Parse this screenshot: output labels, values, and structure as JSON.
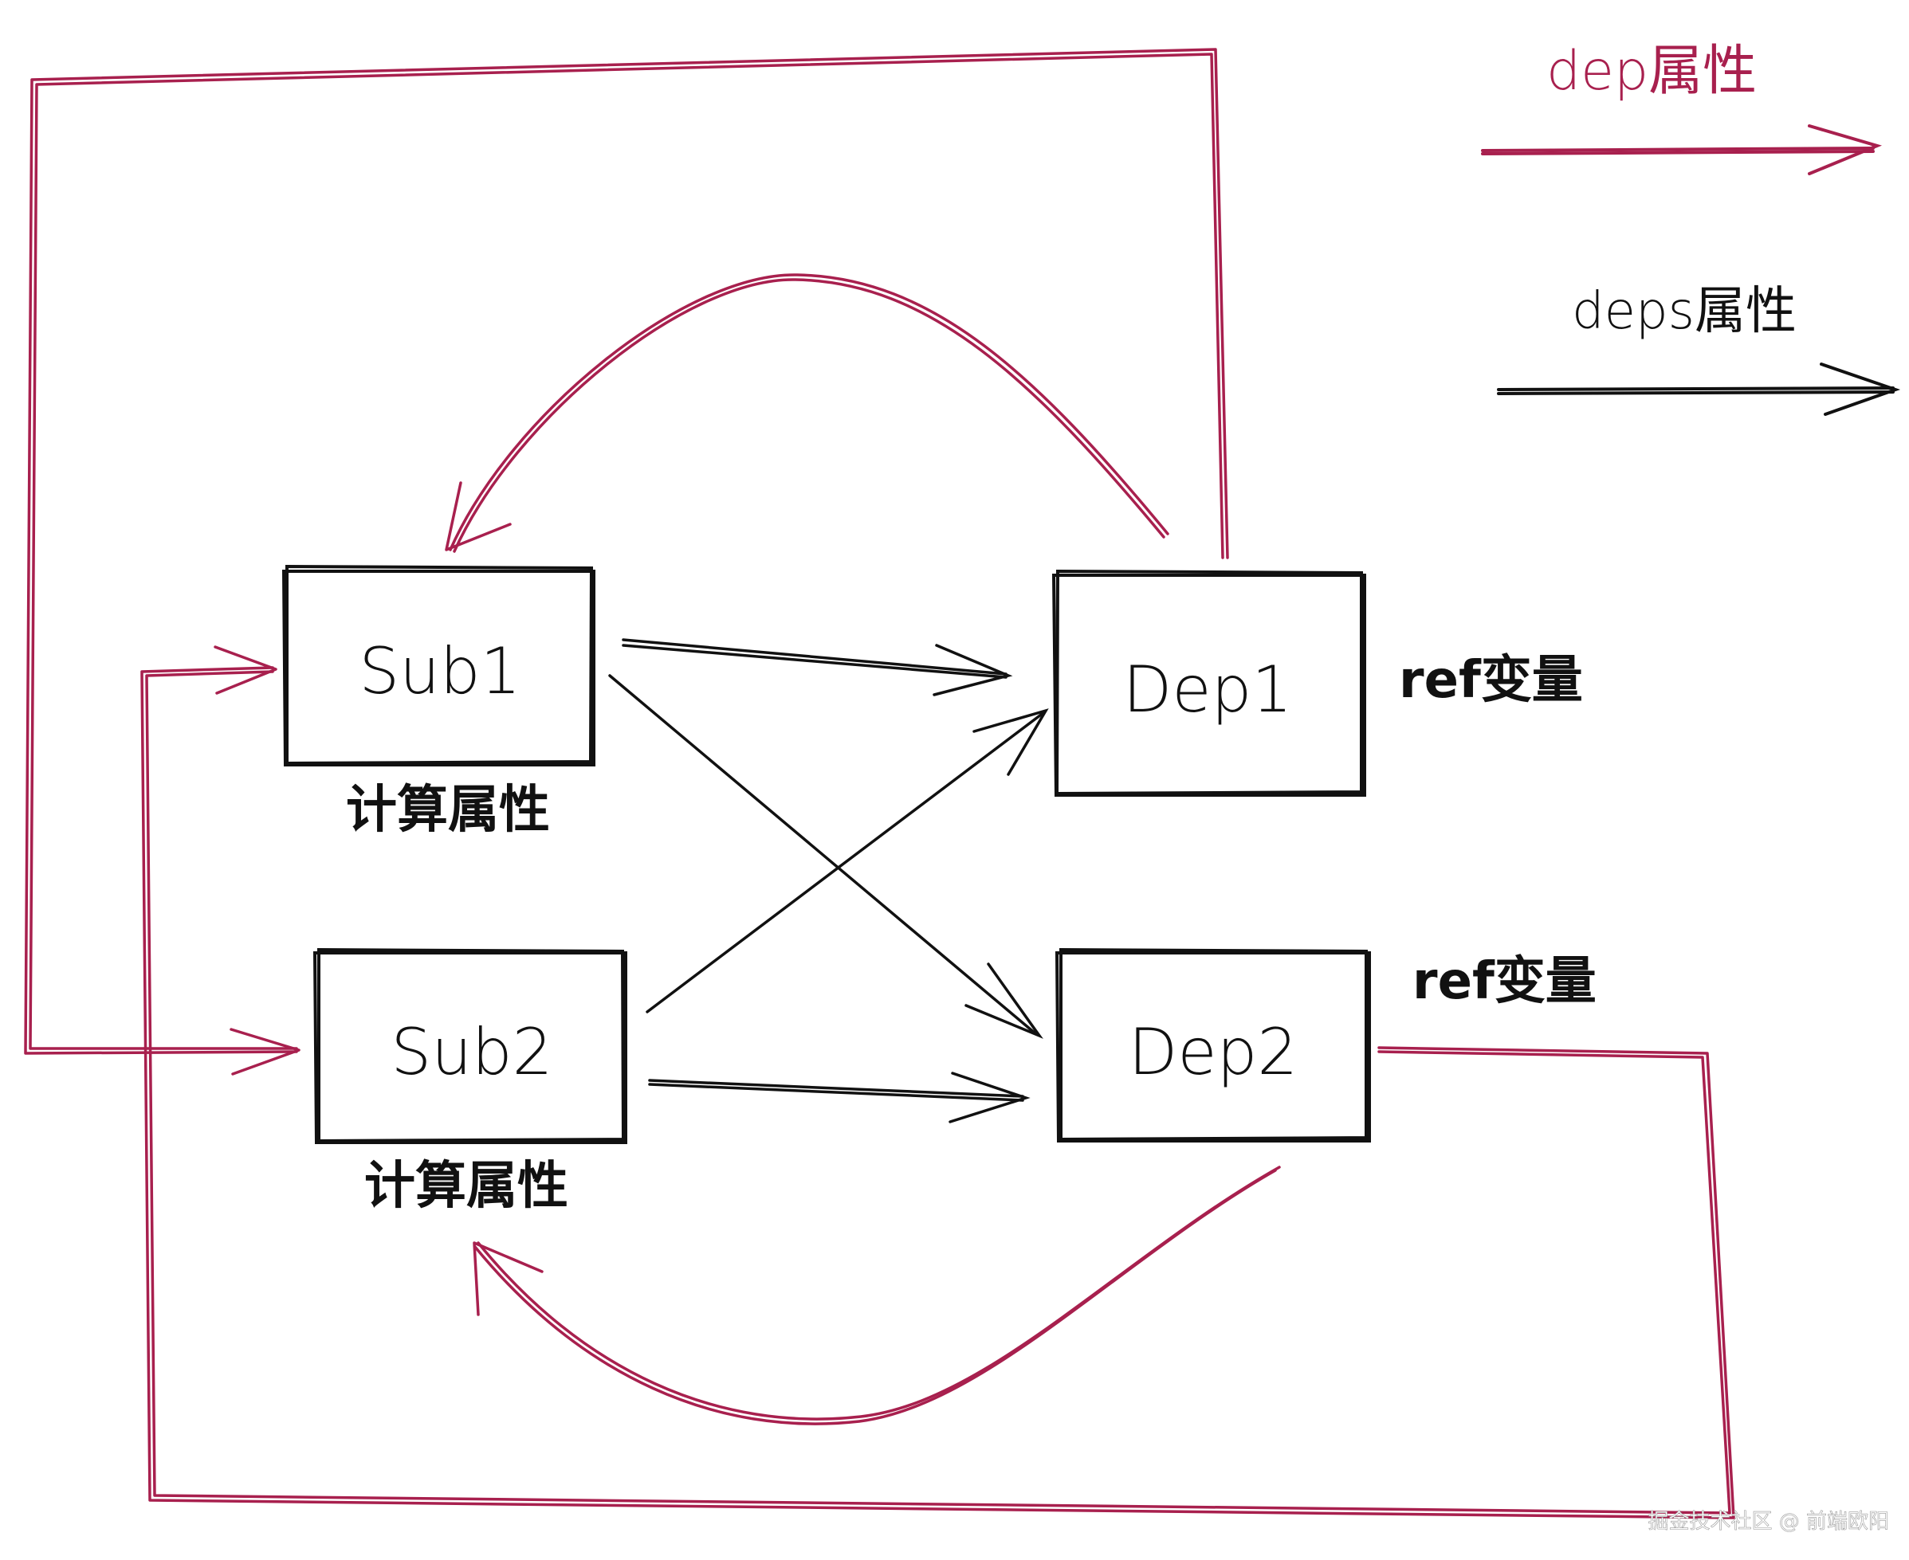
{
  "colors": {
    "dep": "#a8204e",
    "deps": "#111111",
    "box": "#111111",
    "background": "#ffffff",
    "watermark": "#ffffff"
  },
  "legend": {
    "dep_label": "dep属性",
    "deps_label": "deps属性"
  },
  "nodes": {
    "sub1": {
      "label": "Sub1",
      "caption": "计算属性"
    },
    "sub2": {
      "label": "Sub2",
      "caption": "计算属性"
    },
    "dep1": {
      "label": "Dep1",
      "caption": "ref变量"
    },
    "dep2": {
      "label": "Dep2",
      "caption": "ref变量"
    }
  },
  "watermark": "掘金技术社区 @ 前端欧阳"
}
